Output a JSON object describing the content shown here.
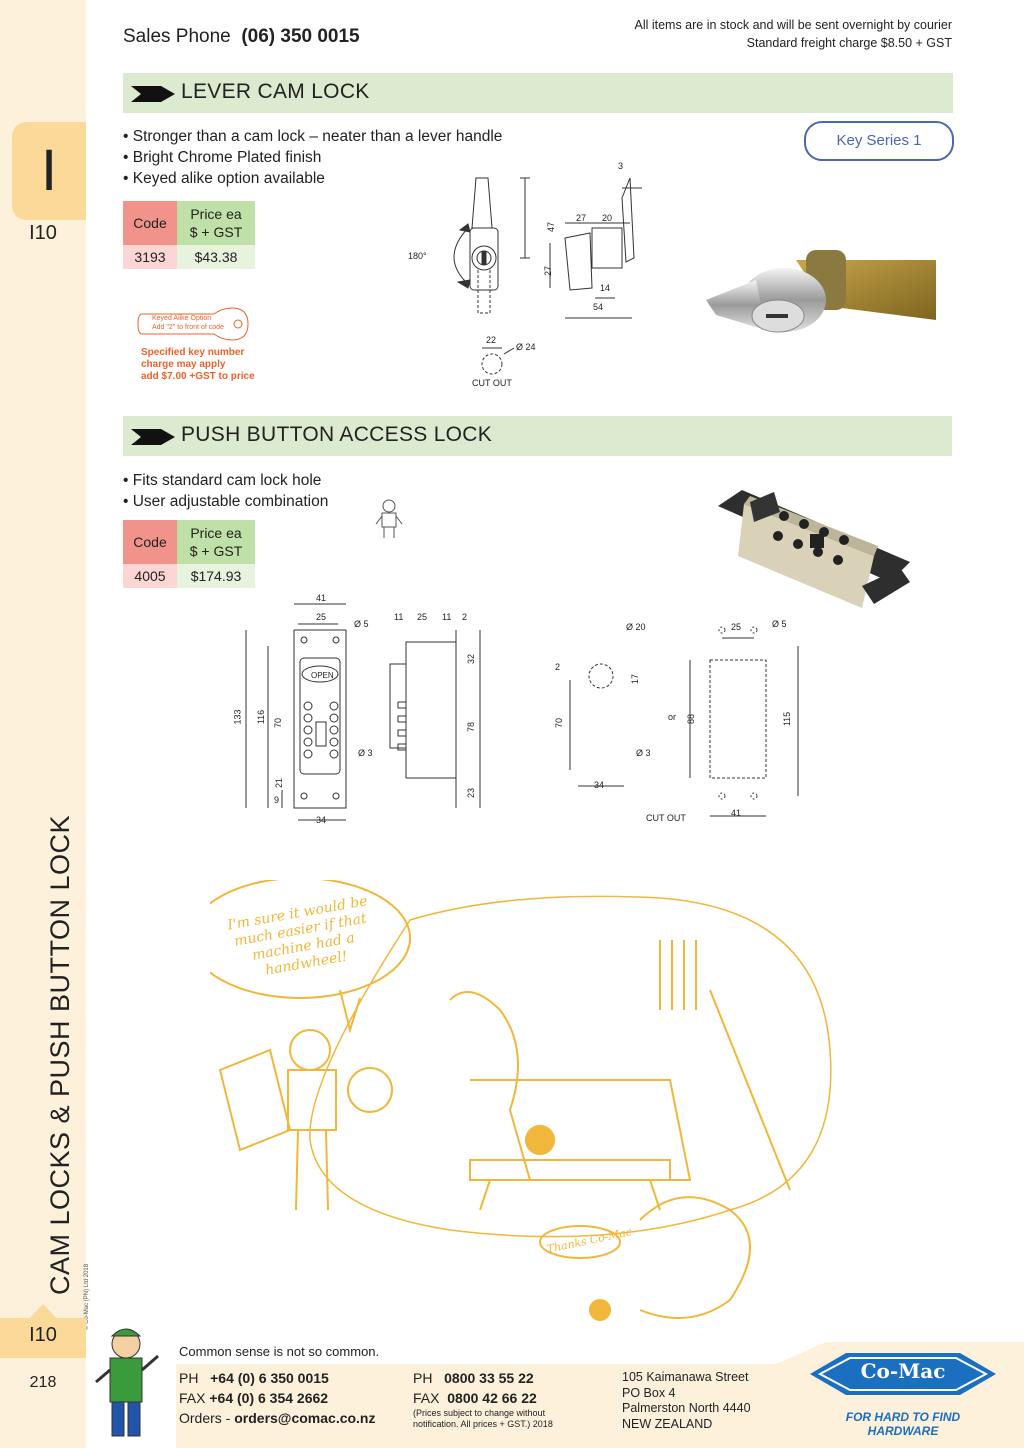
{
  "header": {
    "sales_phone_label": "Sales Phone",
    "sales_phone_number": "(06) 350 0015",
    "stock_note": "All items are in stock and will be sent overnight by courier",
    "freight_note": "Standard freight charge $8.50 + GST"
  },
  "sidebar": {
    "tab_letter": "I",
    "tab_code": "I10",
    "vertical_title": "CAM LOCKS & PUSH BUTTON LOCK",
    "copyright": "© Co-Mac (PN) Ltd 2018",
    "bottom_code": "I10",
    "page_number": "218"
  },
  "section1": {
    "title": "LEVER CAM LOCK",
    "bullets": [
      "• Stronger than a cam lock – neater than a lever handle",
      "• Bright Chrome Plated finish",
      "• Keyed alike option available"
    ],
    "key_series": "Key Series 1",
    "table": {
      "col_code": "Code",
      "col_price_1": "Price ea",
      "col_price_2": "$ + GST",
      "rows": [
        {
          "code": "3193",
          "price": "$43.38"
        }
      ]
    },
    "key_option_1": "Keyed Alike Option",
    "key_option_2": "Add \"2\" to front of code",
    "key_note_1": "Specified key number",
    "key_note_2": "charge may apply",
    "key_note_3": "add $7.00 +GST to price",
    "dims": {
      "d3": "3",
      "d47": "47",
      "d27a": "27",
      "d20": "20",
      "d27b": "27",
      "d14": "14",
      "d54": "54",
      "d180": "180°",
      "d22": "22",
      "d24": "Ø 24",
      "cutout": "CUT OUT"
    }
  },
  "section2": {
    "title": "PUSH BUTTON ACCESS LOCK",
    "bullets": [
      "• Fits standard cam lock hole",
      "• User adjustable combination"
    ],
    "table": {
      "col_code": "Code",
      "col_price_1": "Price ea",
      "col_price_2": "$ + GST",
      "rows": [
        {
          "code": "4005",
          "price": "$174.93"
        }
      ]
    },
    "dims": {
      "d41": "41",
      "d25": "25",
      "d5": "Ø 5",
      "d133": "133",
      "d116": "116",
      "d70": "70",
      "d21": "21",
      "d9": "9",
      "d34": "34",
      "d3": "Ø 3",
      "open": "OPEN",
      "d11a": "11",
      "d25b": "25",
      "d11b": "11",
      "d2": "2",
      "d32": "32",
      "d78": "78",
      "d23": "23",
      "d20": "Ø 20",
      "d2b": "2",
      "d17": "17",
      "d70b": "70",
      "d3b": "Ø 3",
      "d34b": "34",
      "or": "or",
      "d88": "88",
      "d25c": "25",
      "d5b": "Ø 5",
      "d115": "115",
      "d41b": "41",
      "cutout": "CUT OUT"
    }
  },
  "cartoon": {
    "speech": "I'm sure it would be much easier if that machine had a handwheel!",
    "thanks": "Thanks Co-Mac"
  },
  "footer": {
    "tagline": "Common sense is not so common.",
    "ph_label": "PH",
    "ph_number": "+64 (0) 6 350 0015",
    "fax_label": "FAX",
    "fax_number": "+64 (0) 6 354 2662",
    "orders_label": "Orders -",
    "orders_email": "orders@comac.co.nz",
    "ph2_label": "PH",
    "ph2_number": "0800 33 55 22",
    "fax2_label": "FAX",
    "fax2_number": "0800 42 66 22",
    "price_note_1": "(Prices subject to change without",
    "price_note_2": "notification. All prices + GST.)  2018",
    "address_1": "105 Kaimanawa Street",
    "address_2": "PO Box 4",
    "address_3": "Palmerston North 4440",
    "address_4": "NEW ZEALAND",
    "logo_text": "Co-Mac",
    "slogan": "FOR HARD TO FIND HARDWARE"
  },
  "colors": {
    "accent_orange": "#fbd999",
    "banner_green": "#dcebcf",
    "logo_blue": "#1a6fc0",
    "cartoon_yellow": "#f0b73a"
  }
}
